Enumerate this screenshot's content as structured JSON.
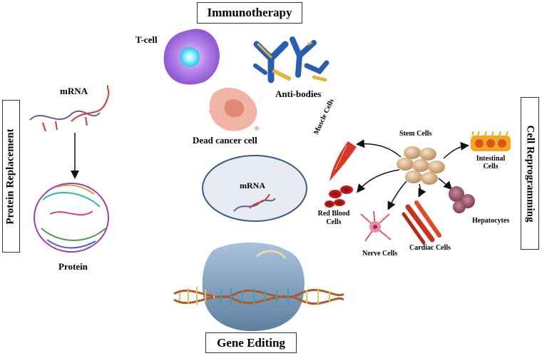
{
  "sections": {
    "immunotherapy": "Immunotherapy",
    "protein_replacement": "Protein Replacement",
    "cell_reprogramming": "Cell Reprogramming",
    "gene_editing": "Gene Editing"
  },
  "labels": {
    "t_cell": "T-cell",
    "anti_bodies": "Anti-bodies",
    "dead_cancer_cell": "Dead cancer cell",
    "mrna_top": "mRNA",
    "mrna_center": "mRNA",
    "protein": "Protein",
    "stem_cells": "Stem Cells",
    "muscle_cells": "Muscle Cells",
    "intestinal_cells": "Intestinal Cells",
    "red_blood_cells": "Red Blood Cells",
    "nerve_cells": "Nerve Cells",
    "cardiac_cells": "Cardiac Cells",
    "hepatocytes": "Hepatocytes"
  }
}
